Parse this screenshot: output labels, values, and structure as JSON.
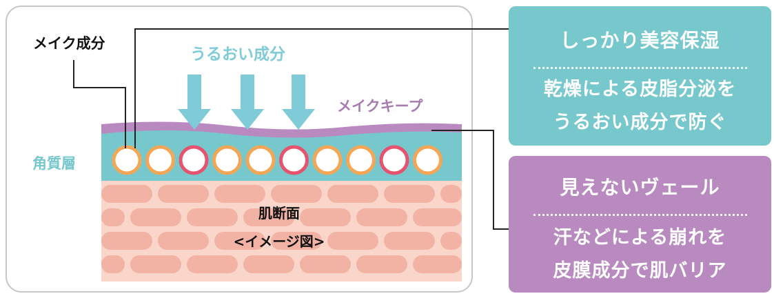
{
  "labels": {
    "makeup": "メイク成分",
    "moisture": "うるおい成分",
    "keep": "メイクキープ",
    "stratum": "角質層",
    "skin_line1": "肌断面",
    "skin_line2": "<イメージ図>"
  },
  "box_top": {
    "title": "しっかり美容保湿",
    "line1": "乾燥による皮脂分泌を",
    "line2": "うるおい成分で防ぐ"
  },
  "box_bottom": {
    "title": "見えないヴェール",
    "line1": "汗などによる崩れを",
    "line2": "皮膜成分で肌バリア"
  },
  "colors": {
    "teal": "#76c8cc",
    "purple": "#b98ac0",
    "skin": "#f9d6c9",
    "cell": "#f2b3a4",
    "orange_ring": "#f3a655",
    "pink_ring": "#e5536f",
    "arrow": "#7fcbd8"
  },
  "cells": [
    "orange",
    "orange",
    "pink",
    "orange",
    "orange",
    "pink",
    "orange",
    "orange",
    "pink",
    "orange"
  ]
}
